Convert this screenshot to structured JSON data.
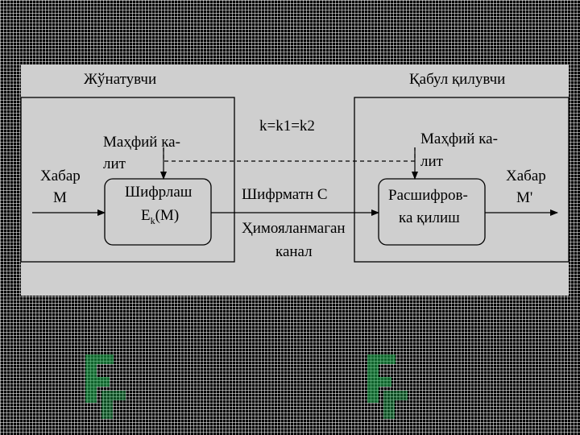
{
  "colors": {
    "panel": "#cfcfcf",
    "stroke": "#000000",
    "text": "#000000",
    "watermark": "#1aa44a"
  },
  "watermark": {
    "icon": "ef-logo-icon"
  },
  "diagram": {
    "sender_title": "Жўнатувчи",
    "receiver_title": "Қабул қилувчи",
    "key_equation": "k=k1=k2",
    "sender_key_line1": "Маҳфий ка-",
    "sender_key_line2": "лит",
    "receiver_key_line1": "Маҳфий ка-",
    "receiver_key_line2": "лит",
    "message_in_line1": "Хабар",
    "message_in_line2": "M",
    "message_out_line1": "Хабар",
    "message_out_line2": "M'",
    "encrypt_line1": "Шифрлаш",
    "encrypt_line2_base": "E",
    "encrypt_line2_sub": "k",
    "encrypt_line2_rest": "(M)",
    "ciphertext_label": "Шифрматн С",
    "channel_line1": "Ҳимояланмаган",
    "channel_line2": "канал",
    "decrypt_line1": "Расшифров-",
    "decrypt_line2": "ка қилиш"
  }
}
